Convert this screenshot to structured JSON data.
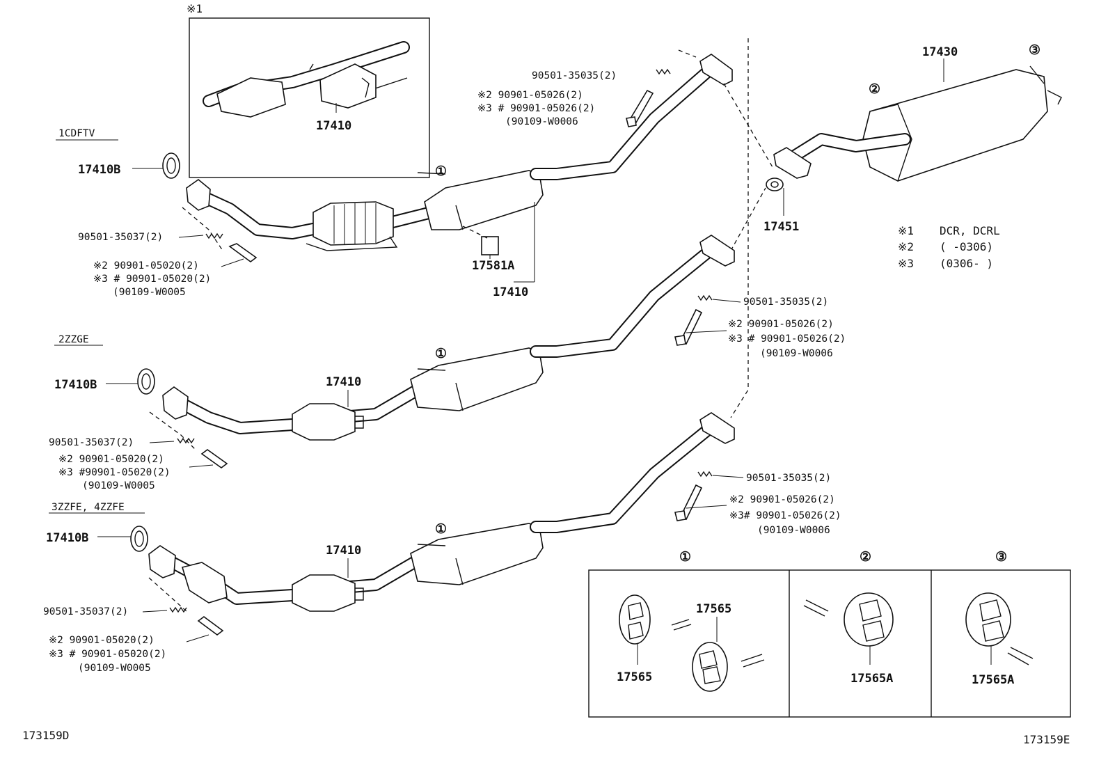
{
  "inset": {
    "mark": "※1",
    "part": "17410"
  },
  "sections": {
    "s1": {
      "engine": "1CDFTV",
      "gasket_front": "17410B",
      "spring": "90501-35037(2)",
      "bolt_a": "※2   90901-05020(2)",
      "bolt_b": "※3 # 90901-05020(2)",
      "bolt_c": "(90109-W0005",
      "circle": "①",
      "sensor": "17581A",
      "pipe": "17410",
      "rear_spring": "90501-35035(2)",
      "rear_bolt_a": "※2  90901-05026(2)",
      "rear_bolt_b": "※3 # 90901-05026(2)",
      "rear_bolt_c": "(90109-W0006"
    },
    "s2": {
      "engine": "2ZZGE",
      "gasket_front": "17410B",
      "pipe": "17410",
      "spring": "90501-35037(2)",
      "bolt_a": "※2   90901-05020(2)",
      "bolt_b": "※3 #90901-05020(2)",
      "bolt_c": "(90109-W0005",
      "circle": "①",
      "rear_spring": "90501-35035(2)",
      "rear_bolt_a": "※2 90901-05026(2)",
      "rear_bolt_b": "※3 # 90901-05026(2)",
      "rear_bolt_c": "(90109-W0006"
    },
    "s3": {
      "engine": "3ZZFE, 4ZZFE",
      "gasket_front": "17410B",
      "pipe": "17410",
      "spring": "90501-35037(2)",
      "bolt_a": "※2   90901-05020(2)",
      "bolt_b": "※3 # 90901-05020(2)",
      "bolt_c": "(90109-W0005",
      "circle": "①",
      "rear_spring": "90501-35035(2)",
      "rear_bolt_a": "※2 90901-05026(2)",
      "rear_bolt_b": "※3# 90901-05026(2)",
      "rear_bolt_c": "(90109-W0006"
    }
  },
  "muffler": {
    "part": "17430",
    "gasket": "17451",
    "circle2": "②",
    "circle3": "③"
  },
  "notes": {
    "n1_key": "※1",
    "n1_val": "DCR, DCRL",
    "n2_key": "※2",
    "n2_val": "(       -0306)",
    "n3_key": "※3",
    "n3_val": "(0306-      )"
  },
  "hangers": {
    "c1": "①",
    "c2": "②",
    "c3": "③",
    "h1a": "17565",
    "h1b": "17565",
    "h2": "17565A",
    "h3": "17565A"
  },
  "codes": {
    "left": "173159D",
    "right": "173159E"
  }
}
